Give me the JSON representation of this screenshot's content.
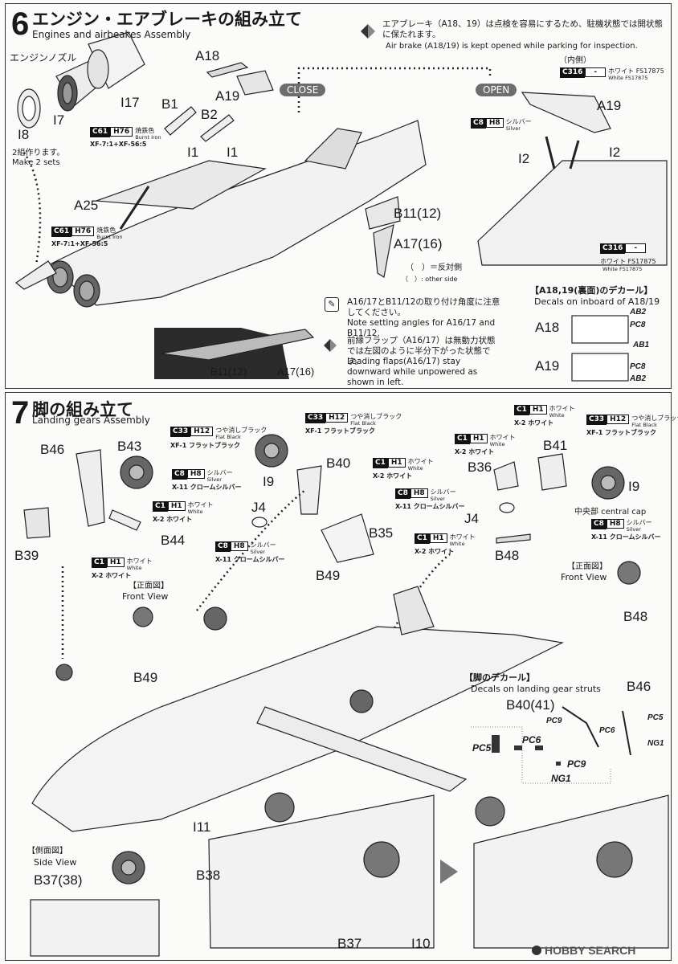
{
  "step6": {
    "number": "6",
    "title_jp": "エンジン・エアブレーキの組み立て",
    "title_en": "Engines and airbeakes Assembly",
    "engine_nozzle": "エンジンノズル",
    "make_sets_jp": "2組作ります。",
    "make_sets_en": "Make 2 sets",
    "paint_c61_a": {
      "code": "C61",
      "hcode": "H76",
      "jp": "焼鉄色",
      "en": "Burnt Iron",
      "mix": "XF-7:1+XF-56:5"
    },
    "paint_c61_b": {
      "code": "C61",
      "hcode": "H76",
      "jp": "焼鉄色",
      "en": "Burnt Iron",
      "mix": "XF-7:1+XF-56:5"
    },
    "airbrake_note_jp": "エアブレーキ（A18、19）は点検を容易にするため、駐機状態では開状態に保たれます。",
    "airbrake_note_en": "Air brake (A18/19) is kept opened while parking for inspection.",
    "close_label": "CLOSE",
    "open_label": "OPEN",
    "inner_label": "（内側）",
    "paint_c316_a": {
      "code": "C316",
      "hcode": "-",
      "jp": "ホワイト FS17875",
      "en": "White FS17875"
    },
    "paint_c8_a": {
      "code": "C8",
      "hcode": "H8",
      "jp": "シルバー",
      "en": "Silver"
    },
    "paint_c316_b": {
      "code": "C316",
      "hcode": "-",
      "jp": "ホワイト FS17875",
      "en": "White FS17875"
    },
    "reverse_side_jp": "（　）＝反対側",
    "reverse_side_en": "（　）: other side",
    "angle_note_jp": "A16/17とB11/12の取り付け角度に注意してください。",
    "angle_note_en": "Note setting angles for A16/17 and B11/12.",
    "flap_note_jp": "前縁フラップ（A16/17）は無動力状態では左図のように半分下がった状態です。",
    "flap_note_en": "Leading flaps(A16/17) stay downward while unpowered as shown in left.",
    "decal_title_jp": "【A18,19(裏面)のデカール】",
    "decal_title_en": "Decals on inboard of A18/19",
    "decal_labels": [
      "AB2",
      "PC8",
      "AB1",
      "PC8",
      "AB2"
    ],
    "parts": {
      "a18": "A18",
      "a19": "A19",
      "b1": "B1",
      "b2": "B2",
      "i1a": "I1",
      "i1b": "I1",
      "i7": "I7",
      "i17": "I17",
      "i8": "I8",
      "a25": "A25",
      "b11": "B11(12)",
      "a17": "A17(16)",
      "a19r": "A19",
      "i2a": "I2",
      "i2b": "I2",
      "b11s": "B11(12)",
      "a17s": "A17(16)",
      "a18d": "A18",
      "a19d": "A19"
    }
  },
  "step7": {
    "number": "7",
    "title_jp": "脚の組み立て",
    "title_en": "Landing gears Assembly",
    "paint_c33_a": {
      "code": "C33",
      "hcode": "H12",
      "jp": "つや消しブラック",
      "en": "Flat Black",
      "mix": "XF-1 フラットブラック"
    },
    "paint_c33_b": {
      "code": "C33",
      "hcode": "H12",
      "jp": "つや消しブラック",
      "en": "Flat Black",
      "mix": "XF-1 フラットブラック"
    },
    "paint_c33_c": {
      "code": "C33",
      "hcode": "H12",
      "jp": "つや消しブラック",
      "en": "Flat Black",
      "mix": "XF-1 フラットブラック"
    },
    "paint_c8_a": {
      "code": "C8",
      "hcode": "H8",
      "jp": "シルバー",
      "en": "Silver",
      "mix": "X-11 クロームシルバー"
    },
    "paint_c8_b": {
      "code": "C8",
      "hcode": "H8",
      "jp": "シルバー",
      "en": "Silver",
      "mix": "X-11 クロームシルバー"
    },
    "paint_c8_c": {
      "code": "C8",
      "hcode": "H8",
      "jp": "シルバー",
      "en": "Silver",
      "mix": "X-11 クロームシルバー"
    },
    "paint_c8_d": {
      "code": "C8",
      "hcode": "H8",
      "jp": "シルバー",
      "en": "Silver",
      "mix": "X-11 クロームシルバー"
    },
    "paint_c1_a": {
      "code": "C1",
      "hcode": "H1",
      "jp": "ホワイト",
      "en": "White",
      "mix": "X-2 ホワイト"
    },
    "paint_c1_b": {
      "code": "C1",
      "hcode": "H1",
      "jp": "ホワイト",
      "en": "White",
      "mix": "X-2 ホワイト"
    },
    "paint_c1_c": {
      "code": "C1",
      "hcode": "H1",
      "jp": "ホワイト",
      "en": "White",
      "mix": "X-2 ホワイト"
    },
    "paint_c1_d": {
      "code": "C1",
      "hcode": "H1",
      "jp": "ホワイト",
      "en": "White",
      "mix": "X-2 ホワイト"
    },
    "paint_c1_e": {
      "code": "C1",
      "hcode": "H1",
      "jp": "ホワイト",
      "en": "White",
      "mix": "X-2 ホワイト"
    },
    "paint_c1_f": {
      "code": "C1",
      "hcode": "H1",
      "jp": "ホワイト",
      "en": "White",
      "mix": "X-2 ホワイト"
    },
    "central_cap": "中央部 central cap",
    "front_view_jp": "【正面図】",
    "front_view_en": "Front View",
    "front_view2_jp": "【正面図】",
    "front_view2_en": "Front View",
    "side_view_jp": "【側面図】",
    "side_view_en": "Side View",
    "decal_title_jp": "【脚のデカール】",
    "decal_title_en": "Decals on landing gear struts",
    "decal_labels": {
      "pc9a": "PC9",
      "pc6a": "PC6",
      "pc5a": "PC5",
      "ng1a": "NG1",
      "pc5b": "PC5",
      "pc6b": "PC6",
      "pc9b": "PC9",
      "ng1b": "NG1"
    },
    "parts": {
      "b46": "B46",
      "b43": "B43",
      "i9a": "I9",
      "b40": "B40",
      "b36": "B36",
      "b41": "B41",
      "i9b": "I9",
      "j4a": "J4",
      "b35": "B35",
      "j4b": "J4",
      "b39": "B39",
      "b44": "B44",
      "b49": "B49",
      "b48": "B48",
      "b49b": "B49",
      "b48b": "B48",
      "b46b": "B46",
      "b4041": "B40(41)",
      "i11": "I11",
      "b38": "B38",
      "b3738": "B37(38)",
      "b37": "B37",
      "i10": "I10"
    }
  },
  "watermark": "HOBBY SEARCH"
}
